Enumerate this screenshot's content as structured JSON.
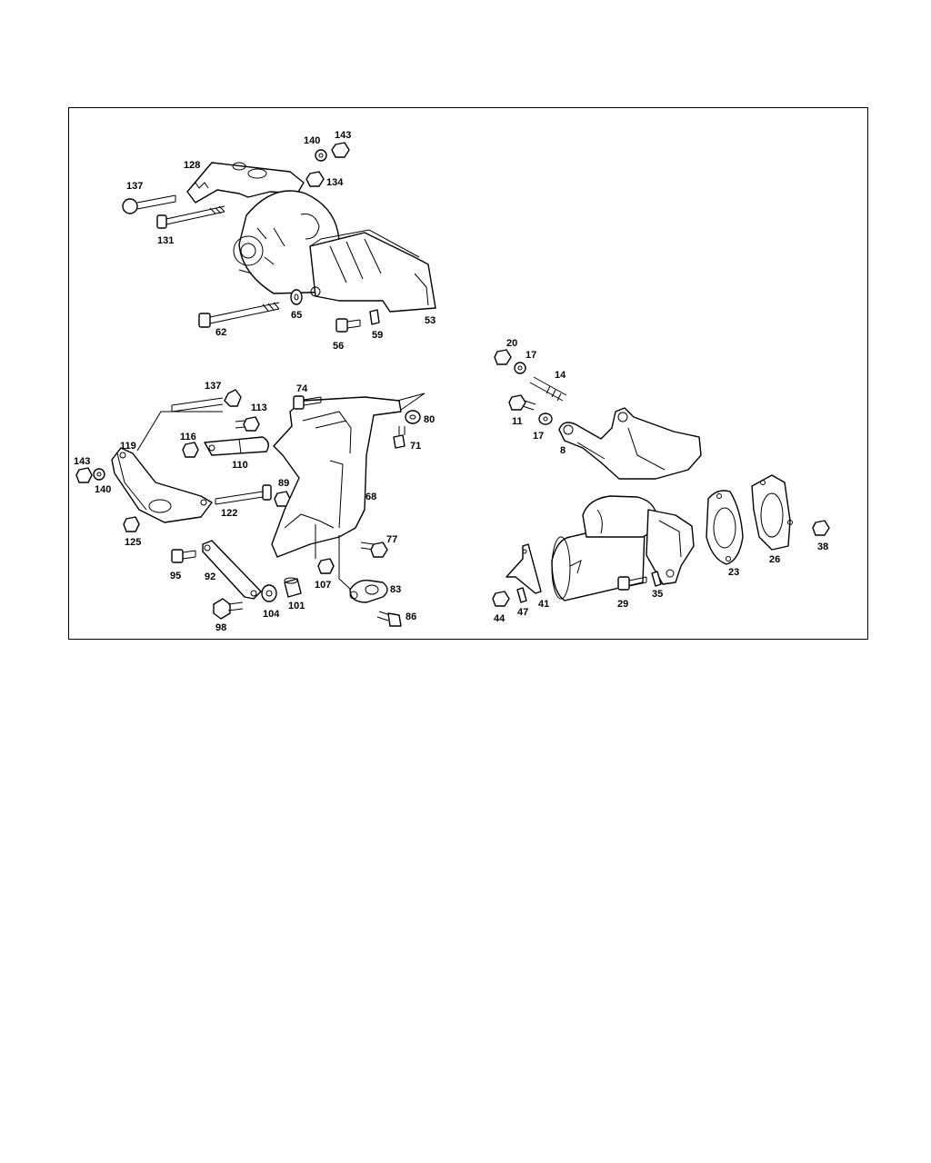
{
  "labels": {
    "p128": "128",
    "p140a": "140",
    "p143a": "143",
    "p134": "134",
    "p137a": "137",
    "p131": "131",
    "p65": "65",
    "p62": "62",
    "p56": "56",
    "p59": "59",
    "p53": "53",
    "p137b": "137",
    "p74": "74",
    "p113": "113",
    "p80": "80",
    "p71": "71",
    "p116": "116",
    "p119": "119",
    "p110": "110",
    "p143b": "143",
    "p140b": "140",
    "p89": "89",
    "p68": "68",
    "p122": "122",
    "p125": "125",
    "p77": "77",
    "p95": "95",
    "p92": "92",
    "p107": "107",
    "p83": "83",
    "p104": "104",
    "p101": "101",
    "p98": "98",
    "p86": "86",
    "p20": "20",
    "p17a": "17",
    "p14": "14",
    "p11": "11",
    "p17b": "17",
    "p8": "8",
    "p23": "23",
    "p26": "26",
    "p38": "38",
    "p41": "41",
    "p29": "29",
    "p35": "35",
    "p44": "44",
    "p47": "47"
  }
}
